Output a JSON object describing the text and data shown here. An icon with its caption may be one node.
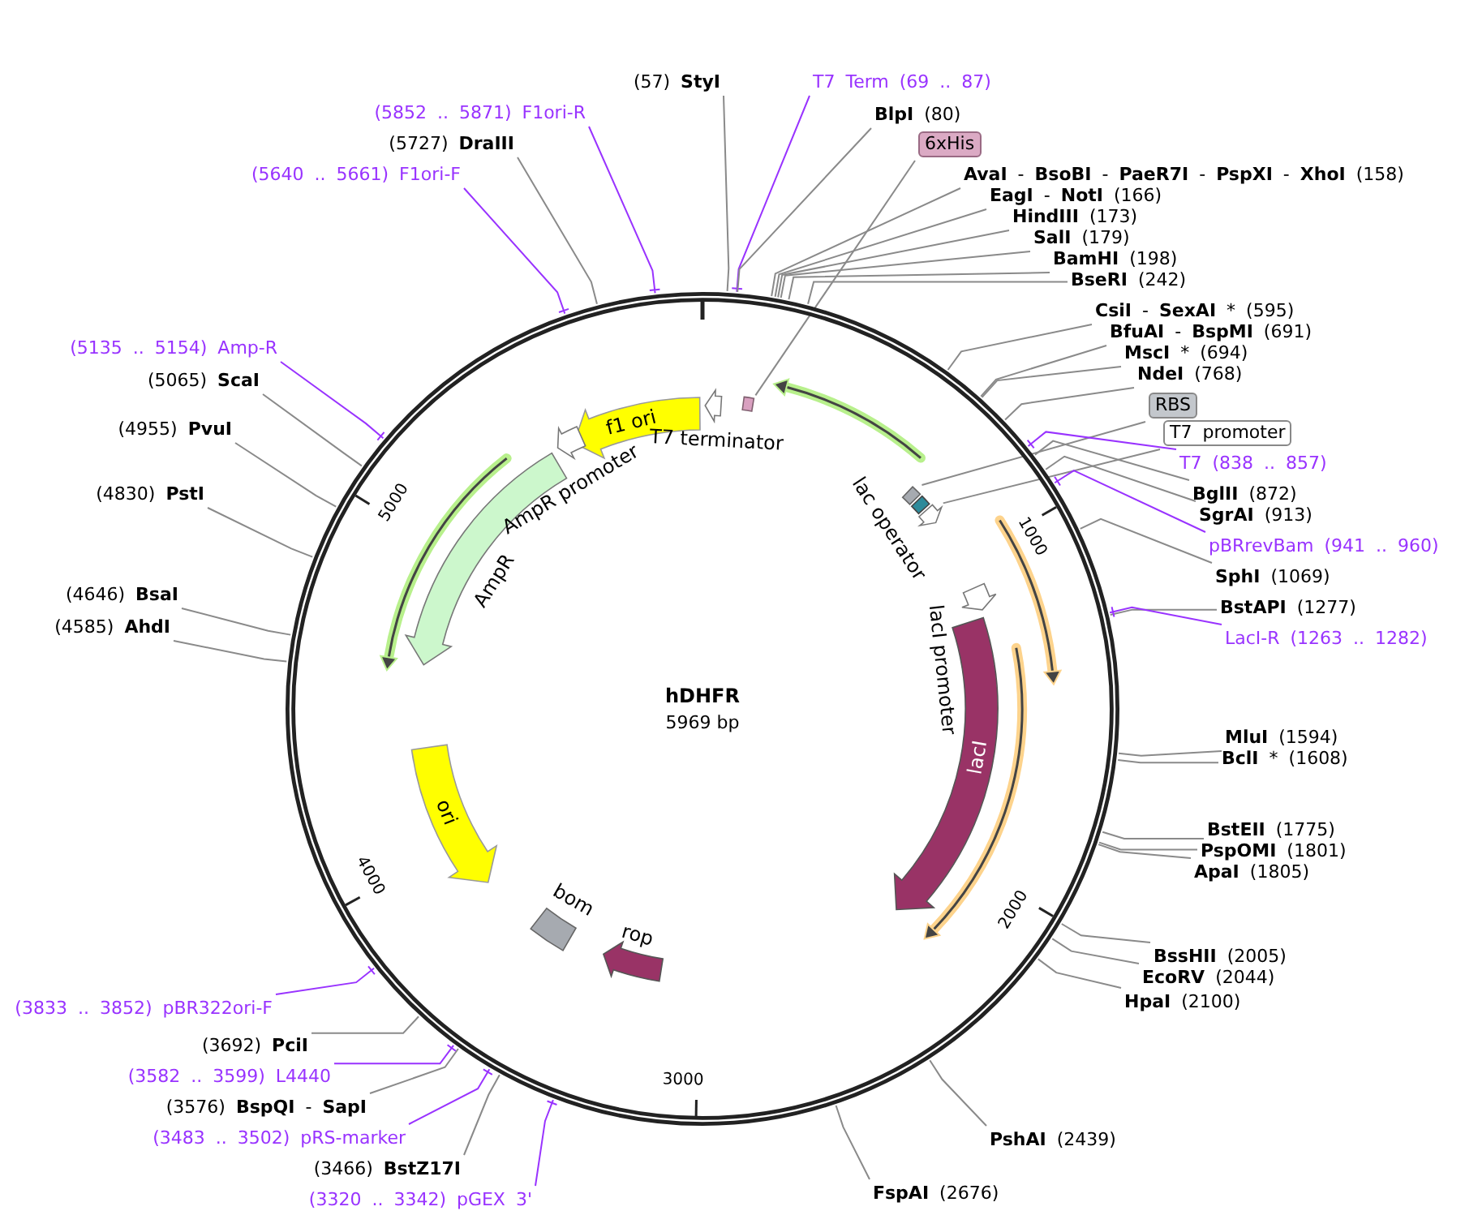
{
  "diagram": {
    "title": "hDHFR",
    "nodes": [
      {
        "text": [
          "(57) **StyI**"
        ]
      },
      {
        "text": [
          "T7 Term (69 .. 87)"
        ]
      },
      {
        "text": [
          "**BlpI** (80)"
        ]
      },
      {
        "text": [
          "6xHis"
        ]
      },
      {
        "text": [
          "**AvaI** - **BsoBI** - **PaeR7I** - **PspXI** - **XhoI** (158)"
        ]
      },
      {
        "text": [
          "**EagI** - **NotI** (166)"
        ]
      },
      {
        "text": [
          "**HindIII** (173)"
        ]
      },
      {
        "text": [
          "**SalI** (179)"
        ]
      },
      {
        "text": [
          "**BamHI** (198)"
        ]
      },
      {
        "text": [
          "**BseRI** (242)"
        ]
      },
      {
        "text": [
          "**CsiI** - **SexAI** * (595)"
        ]
      },
      {
        "text": [
          "**BfuAI** - **BspMI** (691)"
        ]
      },
      {
        "text": [
          "**MscI** * (694)"
        ]
      },
      {
        "text": [
          "**NdeI** (768)"
        ]
      },
      {
        "text": [
          "RBS"
        ]
      },
      {
        "text": [
          "T7 promoter"
        ]
      },
      {
        "text": [
          "T7 (838 .. 857)"
        ]
      },
      {
        "text": [
          "**BglII** (872)"
        ]
      },
      {
        "text": [
          "**SgrAI** (913)"
        ]
      },
      {
        "text": [
          "pBRrevBam (941 .. 960)"
        ]
      },
      {
        "text": [
          "**SphI** (1069)"
        ]
      },
      {
        "text": [
          "**BstAPI** (1277)"
        ]
      },
      {
        "text": [
          "LacI-R (1263 .. 1282)"
        ]
      },
      {
        "text": [
          "**MluI** (1594)"
        ]
      },
      {
        "text": [
          "**BclI** * (1608)"
        ]
      },
      {
        "text": [
          "**BstEII** (1775)"
        ]
      },
      {
        "text": [
          "**PspOMI** (1801)"
        ]
      },
      {
        "text": [
          "**ApaI** (1805)"
        ]
      },
      {
        "text": [
          "**BssHII** (2005)"
        ]
      },
      {
        "text": [
          "**EcoRV** (2044)"
        ]
      },
      {
        "text": [
          "**HpaI** (2100)"
        ]
      },
      {
        "text": [
          "**PshAI** (2439)"
        ]
      },
      {
        "text": [
          "**FspAI** (2676)"
        ]
      },
      {
        "text": [
          "(3320 .. 3342) pGEX 3'"
        ]
      },
      {
        "text": [
          "(3466) **BstZ17I**"
        ]
      },
      {
        "text": [
          "(3483 .. 3502) pRS-marker"
        ]
      },
      {
        "text": [
          "(3576) **BspQI** - **SapI**"
        ]
      },
      {
        "text": [
          "(3582 .. 3599) L4440"
        ]
      },
      {
        "text": [
          "(3692) **PciI**"
        ]
      },
      {
        "text": [
          "(3833 .. 3852) pBR322ori-F"
        ]
      },
      {
        "text": [
          "(4585) **AhdI**"
        ]
      },
      {
        "text": [
          "(4646) **BsaI**"
        ]
      },
      {
        "text": [
          "(4830) **PstI**"
        ]
      },
      {
        "text": [
          "(4955) **PvuI**"
        ]
      },
      {
        "text": [
          "(5065) **ScaI**"
        ]
      },
      {
        "text": [
          "(5135 .. 5154) Amp-R"
        ]
      },
      {
        "text": [
          "(5640 .. 5661) F1ori-F"
        ]
      },
      {
        "text": [
          "(5727) **DraIII**"
        ]
      },
      {
        "text": [
          "(5852 .. 5871) F1ori-R"
        ]
      },
      {
        "text": [
          "f1 ori"
        ]
      },
      {
        "text": [
          "T7 terminator"
        ]
      },
      {
        "text": [],
        "shape": "box"
      },
      {
        "text": [],
        "shape": "box"
      },
      {
        "text": [
          "lac operator"
        ]
      },
      {
        "text": [],
        "shape": "arrow"
      },
      {
        "text": [
          "lacI promoter"
        ]
      },
      {
        "text": [
          "lacI"
        ]
      },
      {
        "text": [
          "rop"
        ]
      },
      {
        "text": [
          "bom"
        ]
      },
      {
        "text": [
          "ori"
        ]
      },
      {
        "text": [
          "AmpR"
        ]
      },
      {
        "text": [
          "AmpR promoter"
        ]
      }
    ],
    "edges": [
      {
        "from": 0,
        "to": null,
        "arrow": "none"
      },
      {
        "from": 1,
        "to": null,
        "arrow": "none",
        "color": "#9933ff"
      },
      {
        "from": 2,
        "to": null,
        "arrow": "none"
      },
      {
        "from": 3,
        "to": 51,
        "arrow": "none"
      },
      {
        "from": 4,
        "to": null,
        "arrow": "none"
      },
      {
        "from": 5,
        "to": null,
        "arrow": "none"
      },
      {
        "from": 6,
        "to": null,
        "arrow": "none"
      },
      {
        "from": 7,
        "to": null,
        "arrow": "none"
      },
      {
        "from": 8,
        "to": null,
        "arrow": "none"
      },
      {
        "from": 9,
        "to": null,
        "arrow": "none"
      },
      {
        "from": 10,
        "to": null,
        "arrow": "none"
      },
      {
        "from": 11,
        "to": null,
        "arrow": "none"
      },
      {
        "from": 12,
        "to": null,
        "arrow": "none"
      },
      {
        "from": 13,
        "to": null,
        "arrow": "none"
      },
      {
        "from": 14,
        "to": 52,
        "arrow": "none"
      },
      {
        "from": 15,
        "to": 54,
        "arrow": "none"
      },
      {
        "from": 16,
        "to": null,
        "arrow": "none",
        "color": "#9933ff"
      },
      {
        "from": 17,
        "to": null,
        "arrow": "none"
      },
      {
        "from": 18,
        "to": null,
        "arrow": "none"
      },
      {
        "from": 19,
        "to": null,
        "arrow": "none",
        "color": "#9933ff"
      },
      {
        "from": 20,
        "to": null,
        "arrow": "none"
      },
      {
        "from": 21,
        "to": null,
        "arrow": "none"
      },
      {
        "from": 22,
        "to": null,
        "arrow": "none",
        "color": "#9933ff"
      },
      {
        "from": 23,
        "to": null,
        "arrow": "none"
      },
      {
        "from": 24,
        "to": null,
        "arrow": "none"
      },
      {
        "from": 25,
        "to": null,
        "arrow": "none"
      },
      {
        "from": 26,
        "to": null,
        "arrow": "none"
      },
      {
        "from": 27,
        "to": null,
        "arrow": "none"
      },
      {
        "from": 28,
        "to": null,
        "arrow": "none"
      },
      {
        "from": 29,
        "to": null,
        "arrow": "none"
      },
      {
        "from": 30,
        "to": null,
        "arrow": "none"
      },
      {
        "from": 31,
        "to": null,
        "arrow": "none"
      },
      {
        "from": 32,
        "to": null,
        "arrow": "none"
      },
      {
        "from": 33,
        "to": null,
        "arrow": "none",
        "color": "#9933ff"
      },
      {
        "from": 34,
        "to": null,
        "arrow": "none"
      },
      {
        "from": 35,
        "to": null,
        "arrow": "none",
        "color": "#9933ff"
      },
      {
        "from": 36,
        "to": null,
        "arrow": "none"
      },
      {
        "from": 37,
        "to": null,
        "arrow": "none",
        "color": "#9933ff"
      },
      {
        "from": 38,
        "to": null,
        "arrow": "none"
      },
      {
        "from": 39,
        "to": null,
        "arrow": "none",
        "color": "#9933ff"
      },
      {
        "from": 40,
        "to": null,
        "arrow": "none"
      },
      {
        "from": 41,
        "to": null,
        "arrow": "none"
      },
      {
        "from": 42,
        "to": null,
        "arrow": "none"
      },
      {
        "from": 43,
        "to": null,
        "arrow": "none"
      },
      {
        "from": 44,
        "to": null,
        "arrow": "none"
      },
      {
        "from": 45,
        "to": null,
        "arrow": "none",
        "color": "#9933ff"
      },
      {
        "from": 46,
        "to": null,
        "arrow": "none",
        "color": "#9933ff"
      },
      {
        "from": 47,
        "to": null,
        "arrow": "none"
      },
      {
        "from": 48,
        "to": null,
        "arrow": "none",
        "color": "#9933ff"
      }
    ],
    "labels": [
      "1000",
      "2000",
      "3000",
      "4000",
      "5000",
      "5969 bp"
    ]
  }
}
